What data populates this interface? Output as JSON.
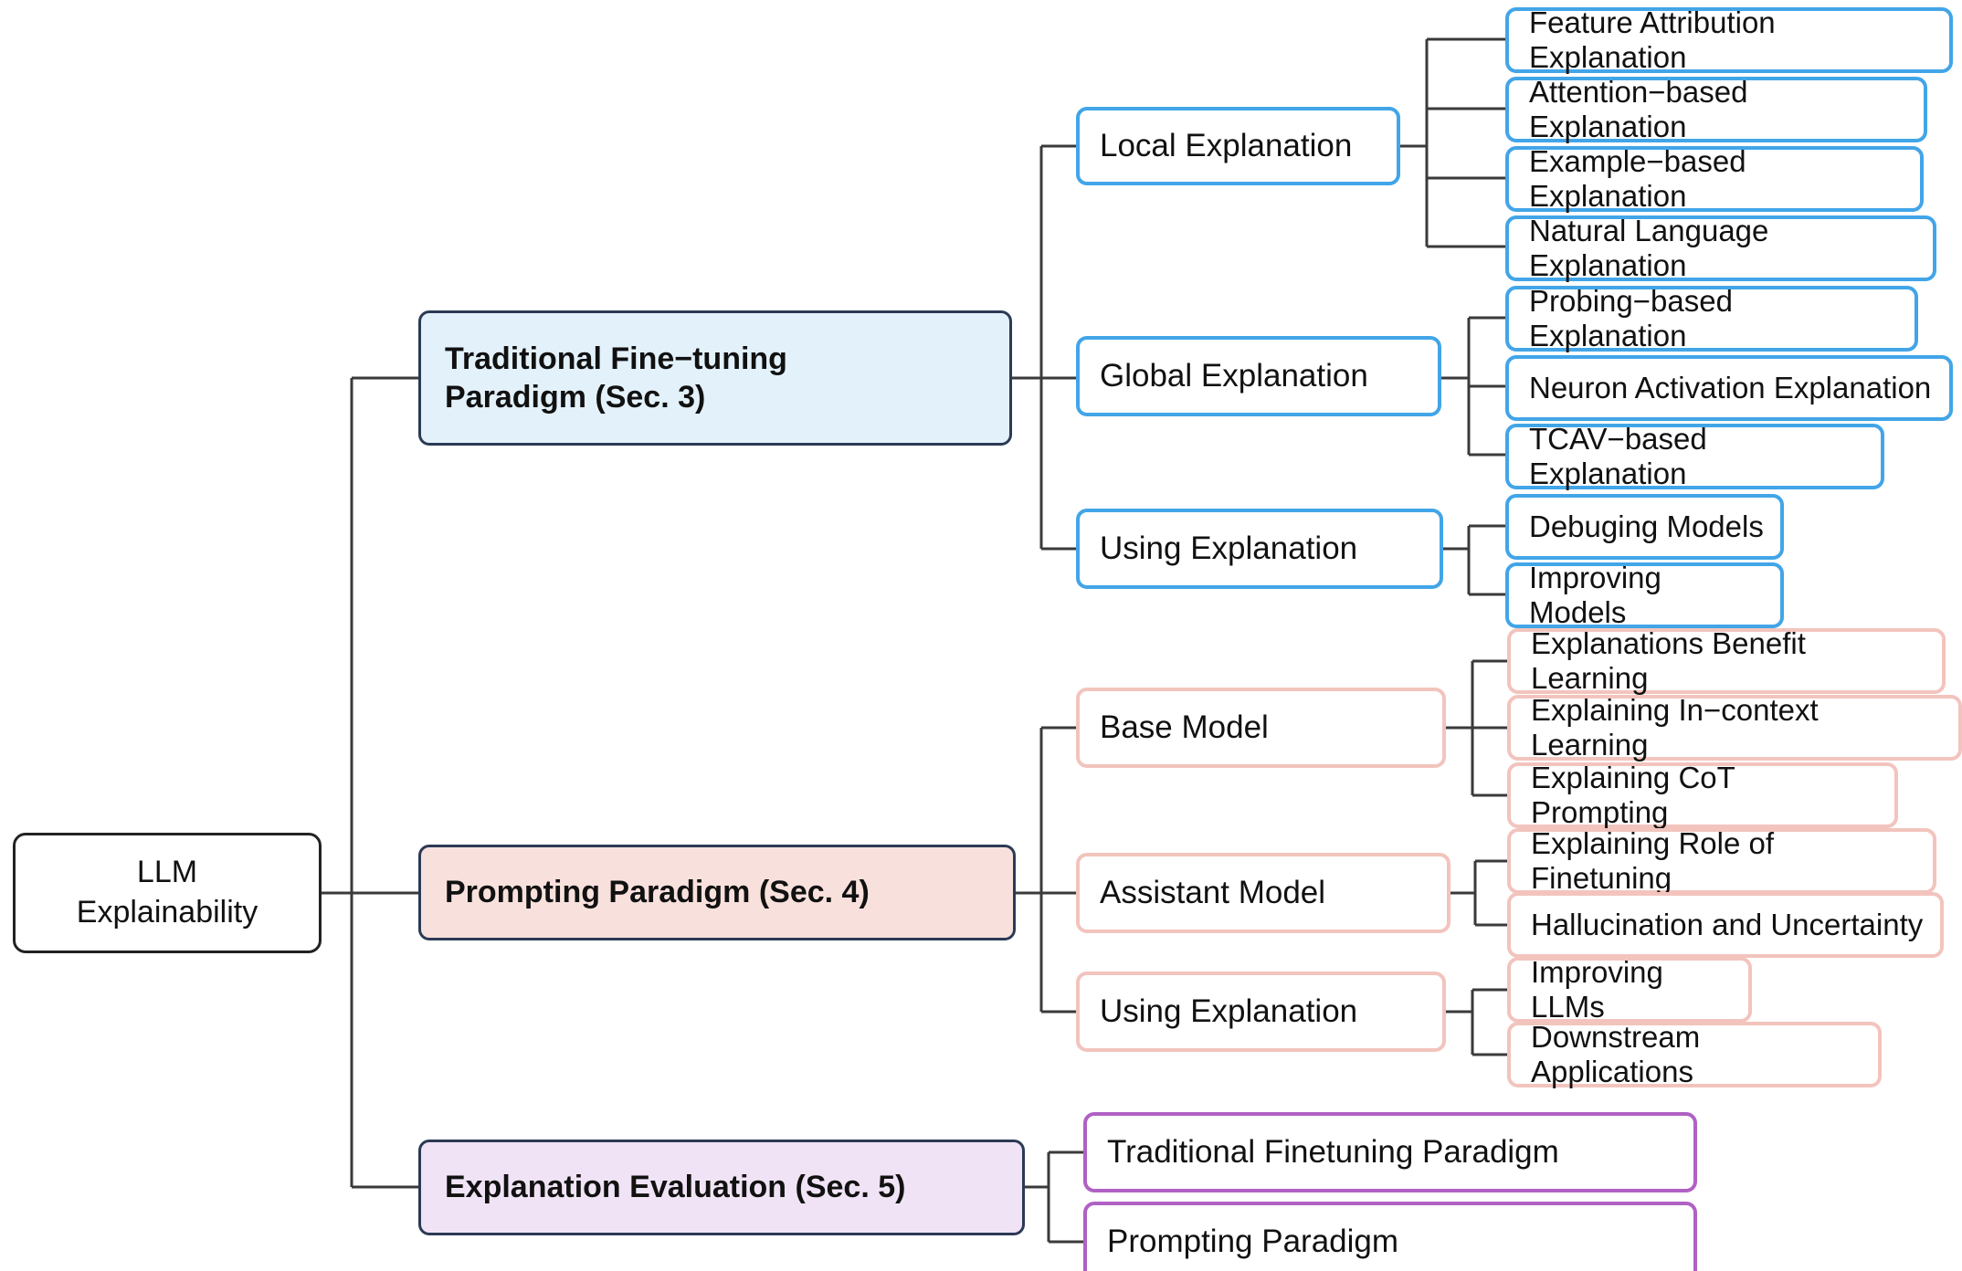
{
  "diagram": {
    "type": "mindmap",
    "title": "LLM Explainability taxonomy",
    "colors": {
      "blue_border": "#42a5e8",
      "blue_fill": "#e3f1fb",
      "pink_border": "#f2c4bd",
      "pink_fill": "#f8e1dc",
      "purple_border": "#b061c4",
      "purple_fill": "#f0e3f5",
      "section_border": "#2b3a55",
      "root_border": "#222222",
      "connector": "#3a3a3a",
      "background": "#ffffff",
      "text": "#111111"
    }
  },
  "root": {
    "label": "LLM\nExplainability"
  },
  "branches": [
    {
      "id": "traditional-fine-tuning",
      "label": "Traditional Fine−tuning\nParadigm (Sec. 3)",
      "theme": "blue",
      "children": [
        {
          "id": "local-explanation",
          "label": "Local Explanation",
          "leaves": [
            "Feature Attribution Explanation",
            "Attention−based Explanation",
            "Example−based Explanation",
            "Natural Language Explanation"
          ]
        },
        {
          "id": "global-explanation",
          "label": "Global Explanation",
          "leaves": [
            "Probing−based Explanation",
            "Neuron Activation Explanation",
            "TCAV−based Explanation"
          ]
        },
        {
          "id": "using-explanation-finetuning",
          "label": "Using Explanation",
          "leaves": [
            "Debuging Models",
            "Improving Models"
          ]
        }
      ]
    },
    {
      "id": "prompting-paradigm",
      "label": "Prompting Paradigm (Sec. 4)",
      "theme": "pink",
      "children": [
        {
          "id": "base-model",
          "label": "Base Model",
          "leaves": [
            "Explanations Benefit Learning",
            "Explaining In−context Learning",
            "Explaining CoT Prompting"
          ]
        },
        {
          "id": "assistant-model",
          "label": "Assistant Model",
          "leaves": [
            "Explaining Role of Finetuning",
            "Hallucination and Uncertainty"
          ]
        },
        {
          "id": "using-explanation-prompting",
          "label": "Using Explanation",
          "leaves": [
            "Improving LLMs",
            "Downstream Applications"
          ]
        }
      ]
    },
    {
      "id": "explanation-evaluation",
      "label": "Explanation Evaluation (Sec. 5)",
      "theme": "purple",
      "children": [
        {
          "id": "eval-traditional",
          "label": "Traditional Finetuning Paradigm",
          "leaves": []
        },
        {
          "id": "eval-prompting",
          "label": "Prompting Paradigm",
          "leaves": []
        }
      ]
    }
  ]
}
